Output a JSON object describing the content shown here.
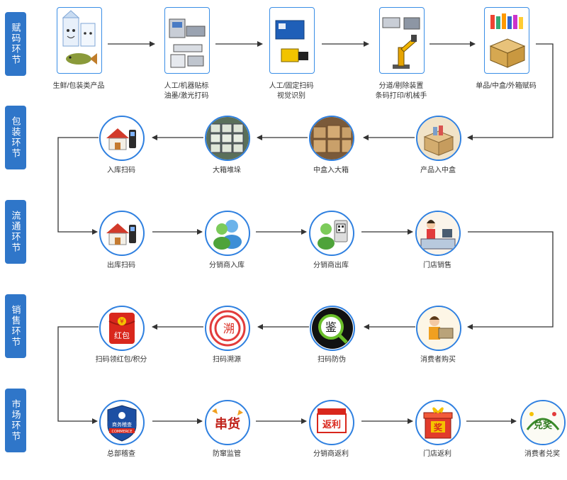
{
  "stages": [
    {
      "id": "coding",
      "label": "赋码环节"
    },
    {
      "id": "packing",
      "label": "包装环节"
    },
    {
      "id": "circulation",
      "label": "流通环节"
    },
    {
      "id": "sales",
      "label": "销售环节"
    },
    {
      "id": "market",
      "label": "市场环节"
    }
  ],
  "nodes": {
    "fresh_products": "生鲜/包装类产品",
    "manual_machine_label": "人工/机器贴标\n油墨/激光打码",
    "fixed_scan": "人工/固定扫码\n视觉识别",
    "sorting": "分道/剔除装置\n条码打印/机械手",
    "unit_box_coding": "单品/中盒/外箱赋码",
    "product_to_box": "产品入中盒",
    "box_to_carton": "中盒入大箱",
    "carton_stack": "大箱堆垛",
    "inbound_scan": "入库扫码",
    "outbound_scan": "出库扫码",
    "distributor_in": "分销商入库",
    "distributor_out": "分销商出库",
    "store_sale": "门店销售",
    "consumer_buy": "消费者购买",
    "scan_anticounterfeit": "扫码防伪",
    "scan_trace": "扫码溯源",
    "scan_redpacket": "扫码领红包/积分",
    "hq_inspect": "总部稽查",
    "anti_diversion": "防窜监管",
    "distributor_rebate": "分销商返利",
    "store_rebate": "门店返利",
    "consumer_redeem": "消费者兑奖"
  },
  "icon_text": {
    "redpacket_yuan": "¥",
    "redpacket_text": "红包",
    "trace_char": "溯",
    "anticounterfeit_char": "鉴",
    "inspect_cn": "商务稽查",
    "inspect_en": "COMMERCE",
    "diversion_chars": "串货",
    "rebate_text": "返利",
    "prize_char": "奖",
    "redeem_text": "兑奖"
  },
  "colors": {
    "accent": "#2f76c9",
    "border": "#2f80e0",
    "arrow": "#333333",
    "red": "#d9271c"
  }
}
